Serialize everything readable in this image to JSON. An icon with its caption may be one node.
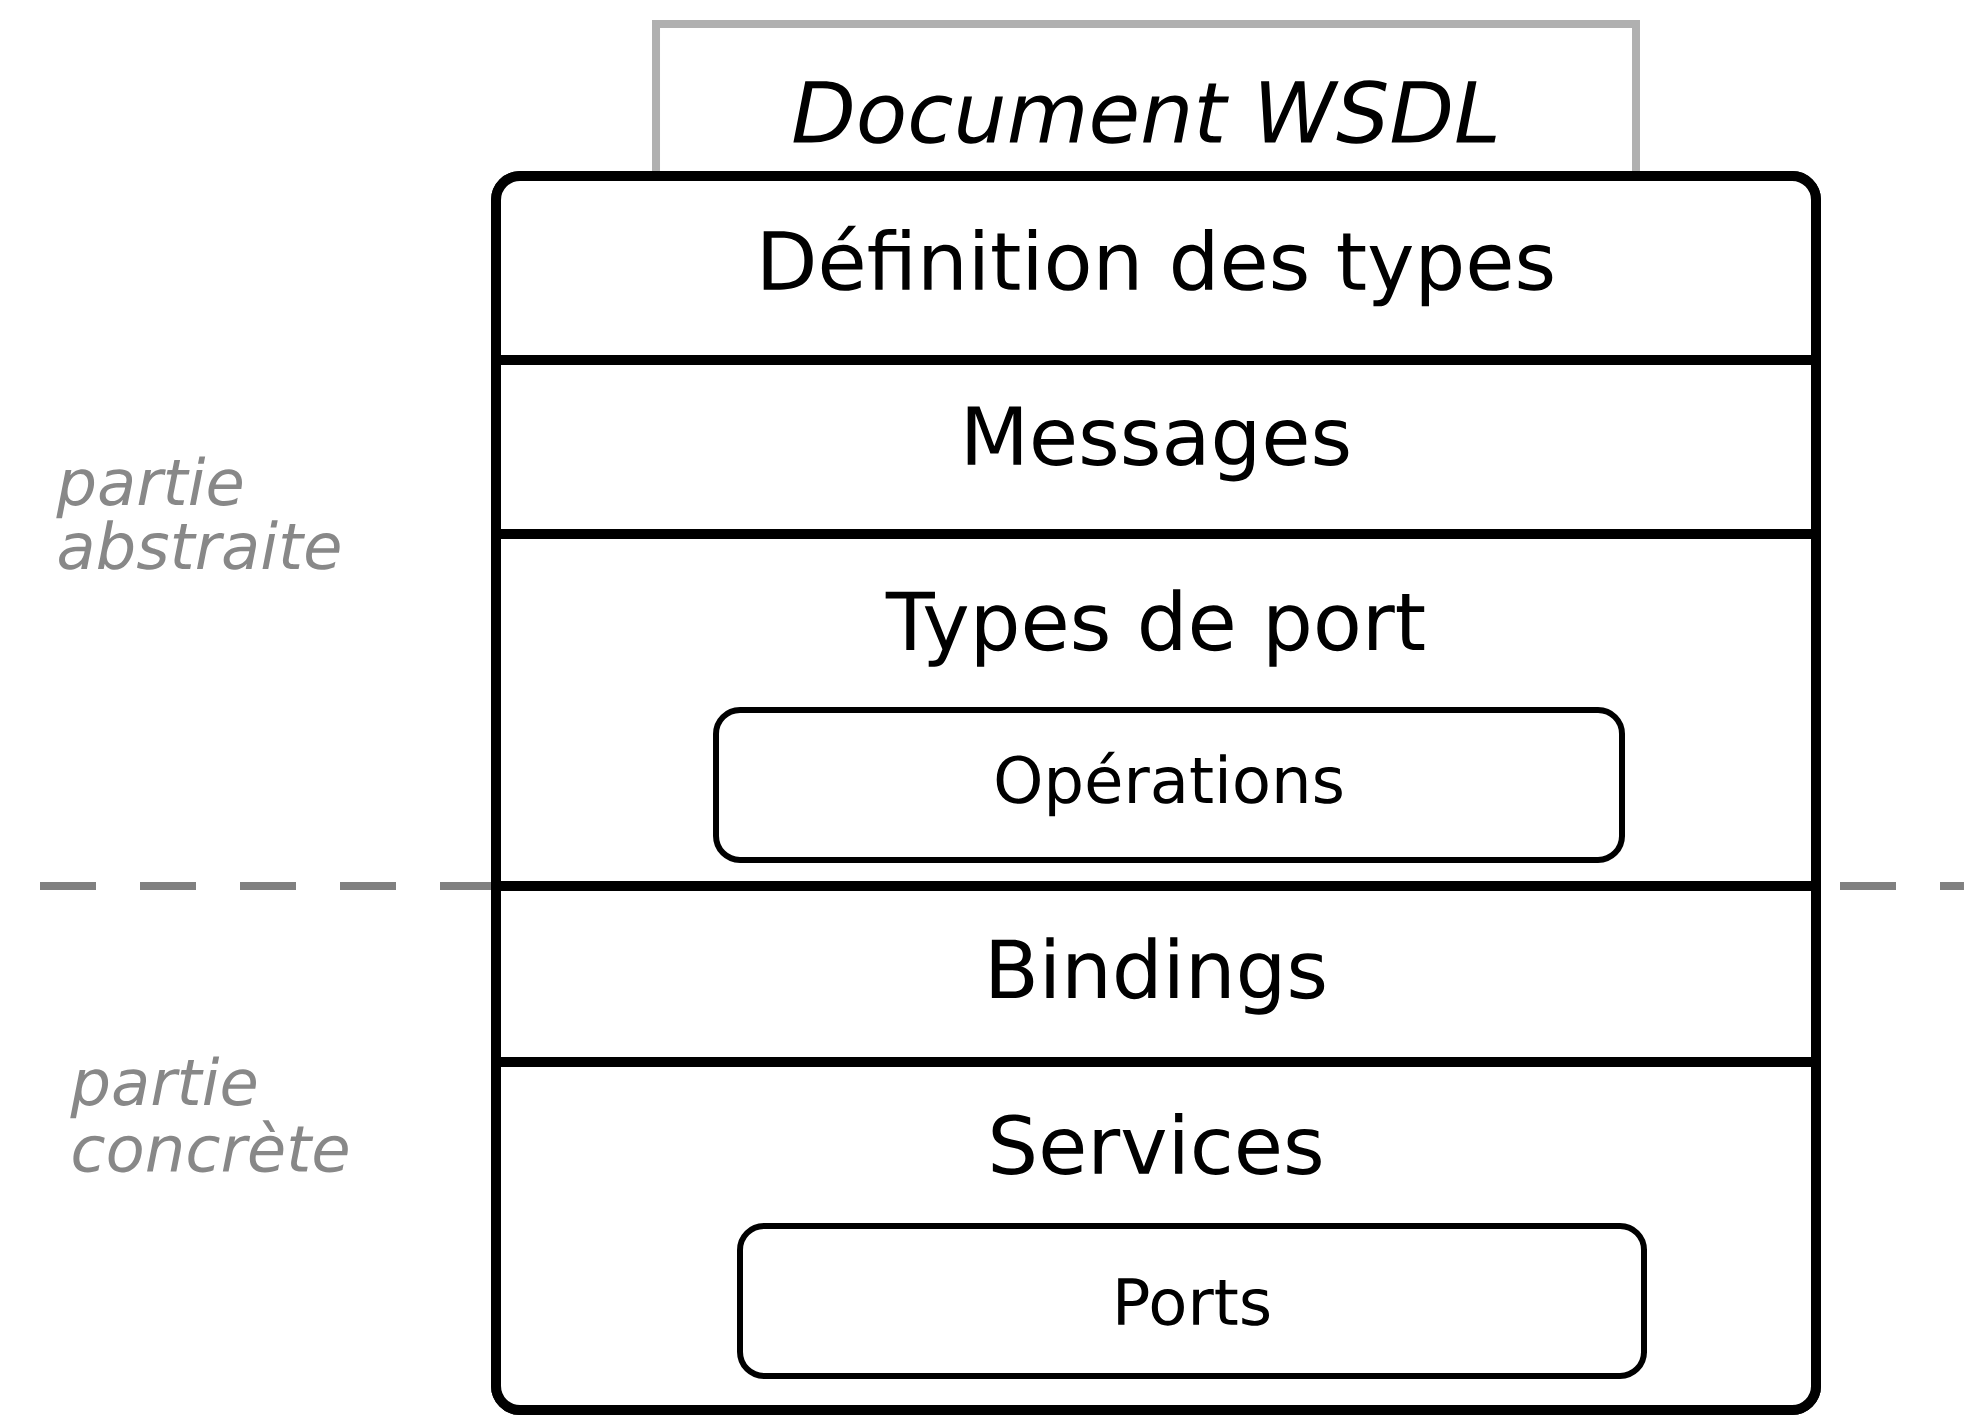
{
  "diagram": {
    "nodes": [
      {
        "text": [
          "Document WSDL"
        ]
      },
      {
        "text": [],
        "shape": "box"
      },
      {
        "text": [
          "Définition des types"
        ],
        "in": 1
      },
      {
        "text": [
          "Messages"
        ],
        "in": 1
      },
      {
        "text": [
          "Types de port"
        ],
        "in": 1
      },
      {
        "text": [
          "Bindings"
        ],
        "in": 1
      },
      {
        "text": [
          "Services"
        ],
        "in": 1
      },
      {
        "text": [
          "Opérations"
        ],
        "in": 4
      },
      {
        "text": [
          "Ports"
        ],
        "in": 6
      }
    ],
    "labels": [
      "partie abstraite",
      "partie concrète"
    ]
  }
}
